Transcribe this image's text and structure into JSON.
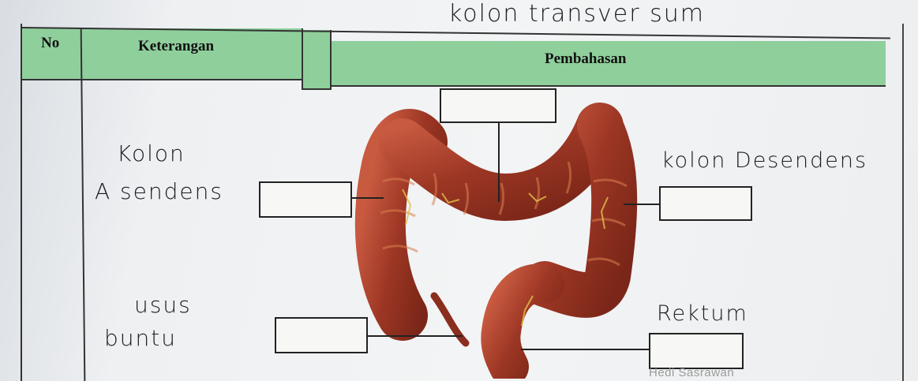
{
  "table": {
    "col_no": "No",
    "col_keterangan": "Keterangan",
    "col_pembahasan": "Pembahasan"
  },
  "handwriting": {
    "top_label": "kolon transver sum",
    "left_upper_line1": "Kolon",
    "left_upper_line2": "A sendens",
    "right_upper": "kolon Desendens",
    "left_lower_line1": "usus",
    "left_lower_line2": "buntu",
    "right_lower": "Rektum"
  },
  "watermark": "Hedi Sasrawan",
  "colors": {
    "header_green": "#8fcf9c",
    "intestine": "#a8412e"
  }
}
